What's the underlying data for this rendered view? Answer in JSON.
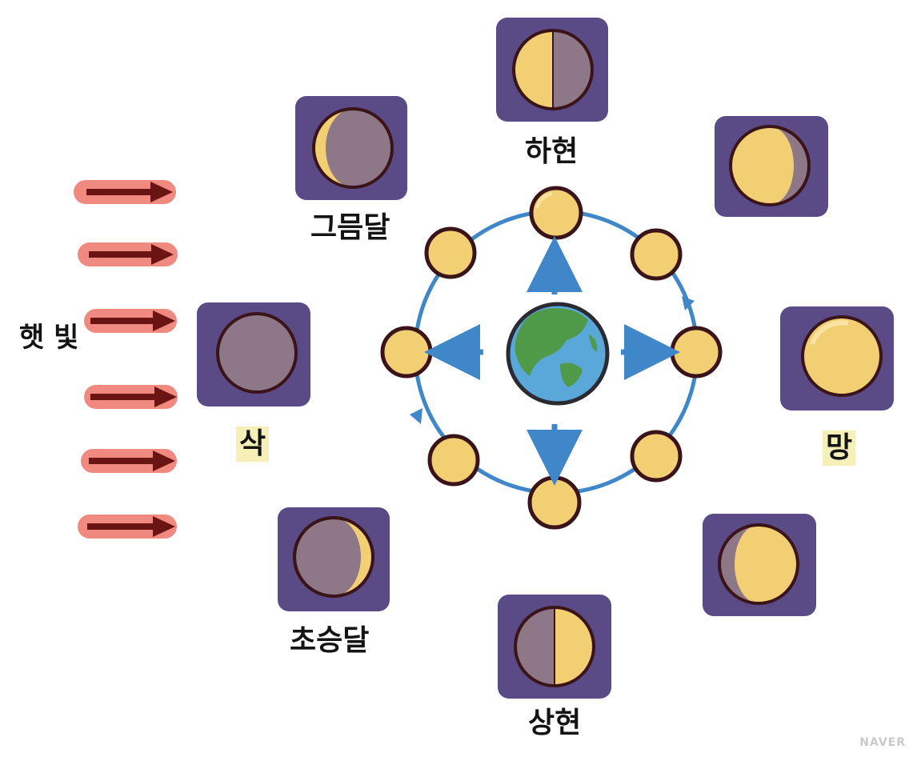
{
  "diagram": {
    "sunlight_label": "햇 빛",
    "phases": {
      "new_moon": "삭",
      "waxing_crescent": "초승달",
      "first_quarter": "상현",
      "full_moon": "망",
      "last_quarter": "하현",
      "waning_crescent": "그믐달"
    },
    "watermark": "NAVER"
  },
  "colors": {
    "panel": "#5a4a85",
    "moon_lit": "#f3cf74",
    "moon_dark": "#8e7787",
    "moon_rim": "#3a1418",
    "orbit": "#3f87c8",
    "earth_ocean": "#5aa7d9",
    "earth_land": "#4f9a49",
    "sun_arrow_glow": "#f08a80",
    "sun_arrow_core": "#6b1414"
  }
}
